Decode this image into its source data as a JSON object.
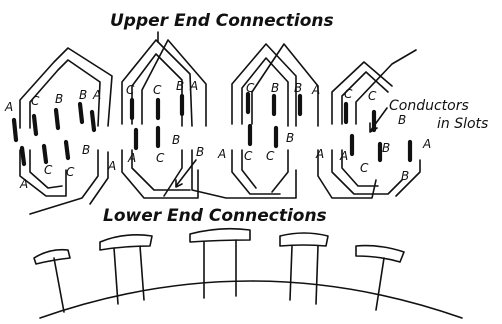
{
  "labels": {
    "upper": "Upper End Connections",
    "lower": "Lower End Connections",
    "conductors_line1": "Conductors",
    "conductors_line2": "in Slots"
  },
  "phase_letters": {
    "a": "A",
    "b": "B",
    "c": "C"
  }
}
